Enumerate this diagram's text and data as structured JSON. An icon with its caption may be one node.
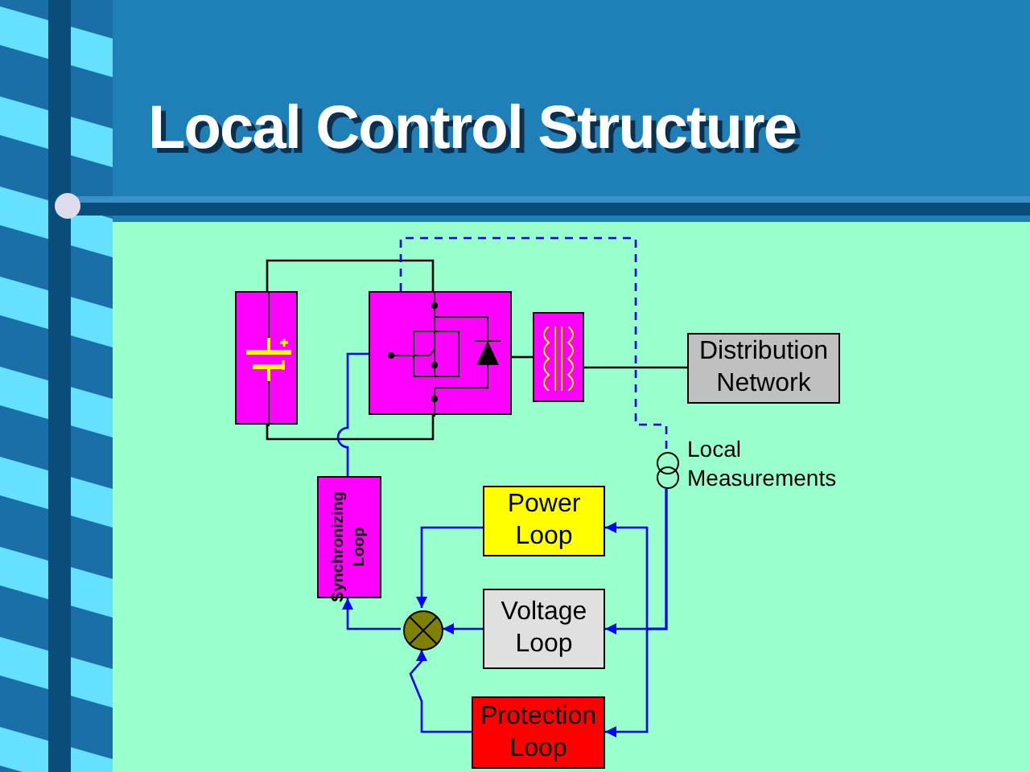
{
  "diagram": {
    "title": "Local Control Structure",
    "nodes": [
      {
        "text": [],
        "shape": "box"
      },
      {
        "text": [],
        "shape": "box"
      },
      {
        "text": [],
        "shape": "box"
      },
      {
        "text": [
          "Distribution Network"
        ]
      },
      {
        "text": [],
        "shape": "circle",
        "beside": [
          "Local Measurements"
        ]
      },
      {
        "text": [
          "Synchronizing Loop"
        ]
      },
      {
        "text": [
          "Power Loop"
        ]
      },
      {
        "text": [
          "Voltage Loop"
        ]
      },
      {
        "text": [
          "Protection Loop"
        ]
      },
      {
        "text": [],
        "shape": "circle"
      }
    ],
    "edges": [
      {
        "from": 0,
        "to": 1,
        "arrow": "none",
        "color": "#000000"
      },
      {
        "from": 0,
        "to": 1,
        "arrow": "none",
        "color": "#000000"
      },
      {
        "from": 1,
        "to": 2,
        "arrow": "none",
        "color": "#000000"
      },
      {
        "from": 2,
        "to": 3,
        "arrow": "none",
        "color": "#000000"
      },
      {
        "from": 1,
        "to": 4,
        "arrow": "none",
        "style": "dashed"
      },
      {
        "from": 4,
        "to": 6,
        "arrow": "to"
      },
      {
        "from": 4,
        "to": 7,
        "arrow": "to"
      },
      {
        "from": 4,
        "to": 8,
        "arrow": "to"
      },
      {
        "from": 6,
        "to": 9,
        "arrow": "to"
      },
      {
        "from": 7,
        "to": 9,
        "arrow": "to"
      },
      {
        "from": 8,
        "to": 9,
        "arrow": "to"
      },
      {
        "from": 9,
        "to": 5,
        "arrow": "to"
      },
      {
        "from": 5,
        "to": 1,
        "arrow": "none"
      }
    ]
  }
}
